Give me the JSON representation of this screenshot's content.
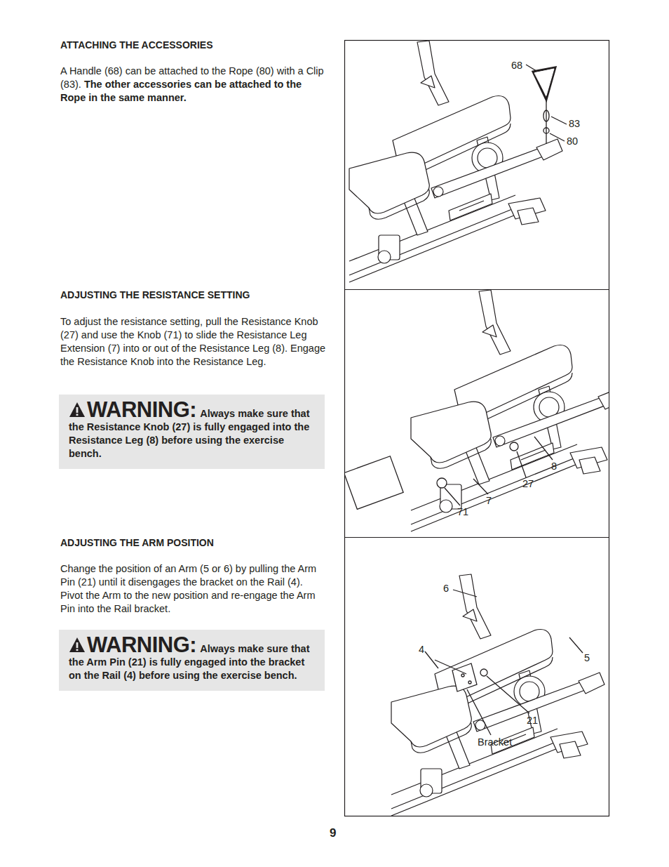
{
  "diagram": {
    "nodes": [
      {
        "text": [
          "WARNING:",
          "Always make sure that the Resistance Knob (27) is fully engaged into the Resistance Leg (8) before using the exercise bench."
        ]
      },
      {
        "text": [
          "WARNING:",
          "Always make sure that the Arm Pin (21) is fully engaged into the bracket on the Rail (4) before using the exercise bench."
        ]
      }
    ],
    "edges": [],
    "labels": [
      "ATTACHING THE ACCESSORIES",
      "A Handle (68) can be attached to the Rope (80) with a Clip (83).",
      "The other accessories can be attached to the Rope in the same manner.",
      "68",
      "83",
      "80",
      "ADJUSTING THE RESISTANCE SETTING",
      "To adjust the resistance setting, pull the Resistance Knob (27) and use the Knob (71) to slide the Resistance Leg Extension (7) into or out of the Resistance Leg (8). Engage the Resistance Knob into the Resistance Leg.",
      "8",
      "27",
      "7",
      "71",
      "ADJUSTING THE ARM POSITION",
      "Change the position of an Arm (5 or 6) by pulling the Arm Pin (21) until it disengages the bracket on the Rail (4). Pivot the Arm to the new position and re-engage the Arm Pin into the Rail bracket.",
      "6",
      "4",
      "5",
      "21",
      "Bracket",
      "9"
    ]
  }
}
